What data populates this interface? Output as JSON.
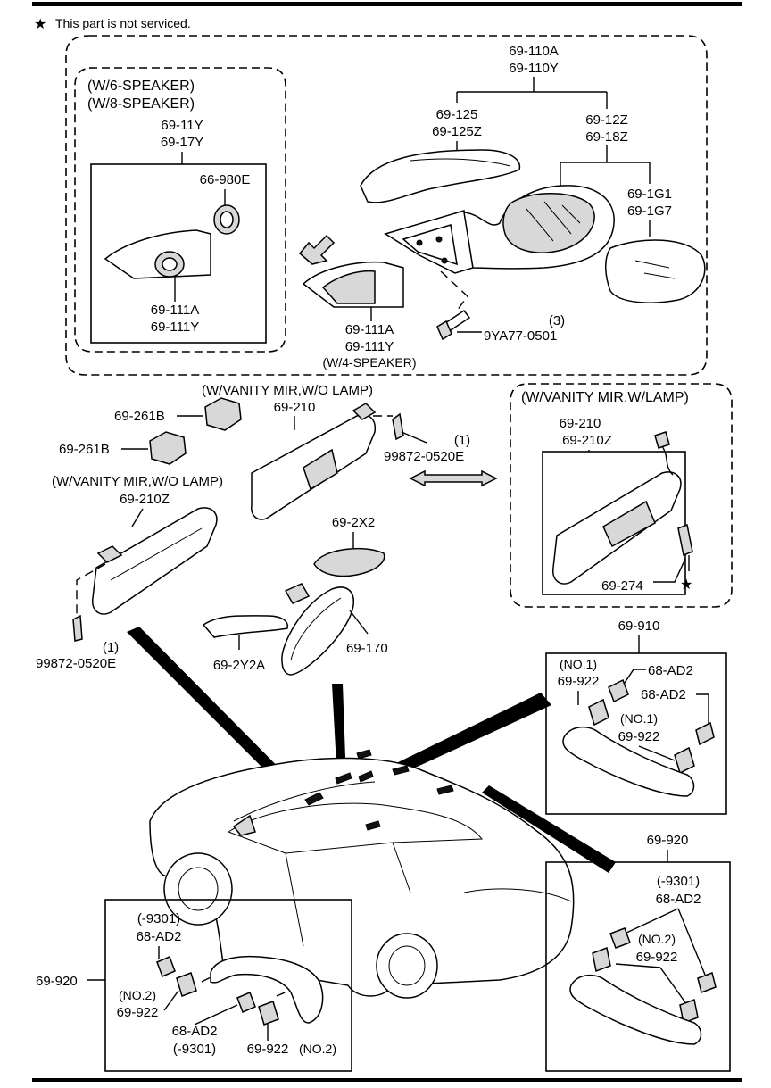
{
  "note": {
    "star": "★",
    "text": "This part is not serviced."
  },
  "labels": {
    "mirror_assy": [
      "69-110A",
      "69-110Y"
    ],
    "mirror_cover": [
      "69-125",
      "69-125Z"
    ],
    "mirror_body": [
      "69-12Z",
      "69-18Z"
    ],
    "mirror_glass": [
      "69-1G1",
      "69-1G7"
    ],
    "garnish_4sp": [
      "69-111A",
      "69-111Y",
      "(W/4-SPEAKER)"
    ],
    "bolt": {
      "qty": "(3)",
      "part": "9YA77-0501"
    },
    "speaker_variant": [
      "(W/6-SPEAKER)",
      "(W/8-SPEAKER)"
    ],
    "speaker_garnish": [
      "69-11Y",
      "69-17Y"
    ],
    "speaker_part": "66-980E",
    "speaker_garnish_low": [
      "69-111A",
      "69-111Y"
    ],
    "visor_hdr_a": "(W/VANITY MIR,W/O LAMP)",
    "visor_a": "69-210",
    "holder_1": "69-261B",
    "holder_2": "69-261B",
    "screw_a": {
      "qty": "(1)",
      "part": "99872-0520E"
    },
    "visor_hdr_b": "(W/VANITY MIR,W/O LAMP)",
    "visor_b": "69-210Z",
    "screw_b": {
      "part": "99872-0520E",
      "qty": "(1)"
    },
    "visor_hdr_c": "(W/VANITY MIR,W/LAMP)",
    "visor_c": [
      "69-210",
      "69-210Z"
    ],
    "bulb": "69-274",
    "bulb_star": "★",
    "mirror_base": "69-2X2",
    "room_mirror": "69-170",
    "handle_small": "69-2Y2A",
    "grip_top": {
      "assy": "69-910",
      "no1_a": "(NO.1)",
      "part_a": "69-922",
      "clip_a": "68-AD2",
      "clip_b": "68-AD2",
      "no1_b": "(NO.1)",
      "part_b": "69-922"
    },
    "grip_right": {
      "assy": "69-920",
      "range": "(-9301)",
      "clip": "68-AD2",
      "no2": "(NO.2)",
      "part": "69-922"
    },
    "grip_left": {
      "assy": "69-920",
      "range_a": "(-9301)",
      "clip_a": "68-AD2",
      "no2_a": "(NO.2)",
      "part_a": "69-922",
      "clip_b": "68-AD2",
      "range_b": "(-9301)",
      "part_b": "69-922",
      "no2_b": "(NO.2)"
    }
  }
}
